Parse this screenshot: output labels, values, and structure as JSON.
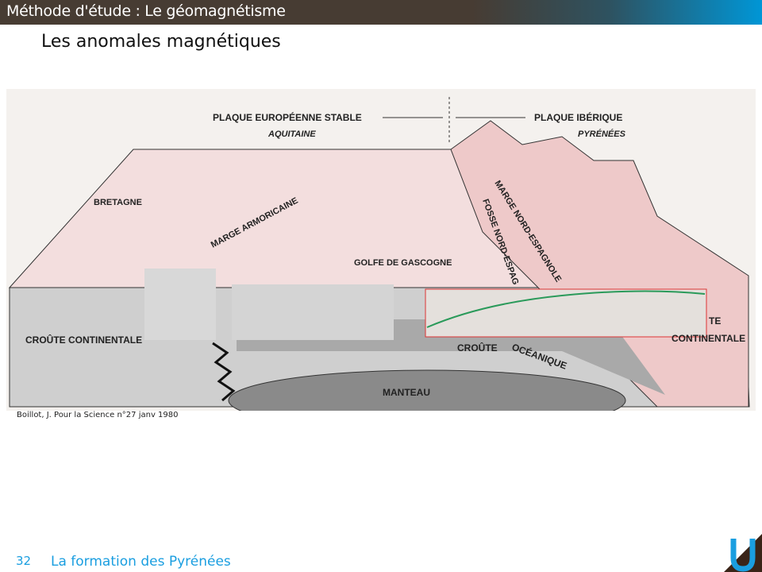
{
  "header": {
    "title": "Méthode d'étude : Le géomagnétisme"
  },
  "slide": {
    "subtitle": "Les anomales magnétiques"
  },
  "diagram": {
    "labels": {
      "plaque_euro": "PLAQUE EUROPÉENNE STABLE",
      "aquitaine": "AQUITAINE",
      "plaque_iber": "PLAQUE IBÉRIQUE",
      "pyrenees": "PYRÉNÉES",
      "bretagne": "BRETAGNE",
      "marge_armor": "MARGE ARMORICAINE",
      "golfe": "GOLFE DE GASCOGNE",
      "marge_nord": "MARGE NORD-ESPAGNOLE",
      "fosse": "FOSSE NORD-ESPAG",
      "croute_cont": "CROÛTE CONTINENTALE",
      "croute_cont_r1": "TE",
      "croute_cont_r2": "CONTINENTALE",
      "croute_oce1": "CROÛTE",
      "croute_oce2": "OCÉANIQUE",
      "manteau": "MANTEAU"
    },
    "credit": "Boillot, J. Pour la Science n°27 janv 1980"
  },
  "footer": {
    "page": "32",
    "title": "La formation des Pyrénées"
  },
  "colors": {
    "accent": "#1a9ee0",
    "bar": "#473c33",
    "pink": "#f2d9d9"
  }
}
